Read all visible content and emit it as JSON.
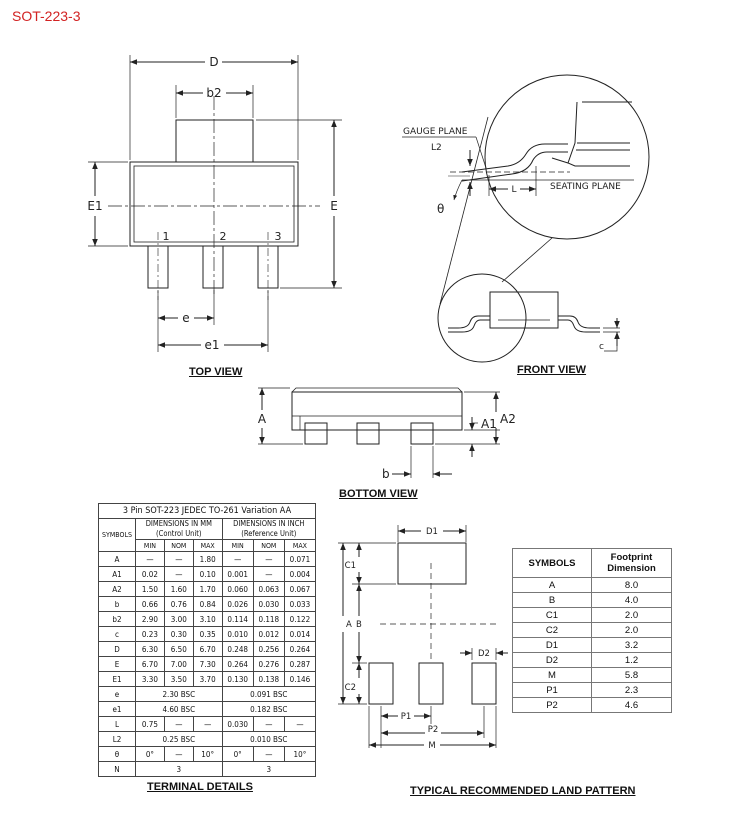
{
  "title": "SOT-223-3",
  "views": {
    "top": "TOP VIEW",
    "front": "FRONT VIEW",
    "bottom": "BOTTOM VIEW",
    "terminal": "TERMINAL DETAILS",
    "land": "TYPICAL RECOMMENDED LAND PATTERN"
  },
  "top_view": {
    "D": "D",
    "b2": "b2",
    "E1": "E1",
    "E": "E",
    "e": "e",
    "e1": "e1",
    "pin1": "1",
    "pin2": "2",
    "pin3": "3"
  },
  "front_view": {
    "gauge_plane": "GAUGE PLANE",
    "L2": "L2",
    "L": "L",
    "seating_plane": "SEATING PLANE",
    "theta": "θ",
    "c": "c"
  },
  "bottom_view": {
    "A": "A",
    "A1": "A1",
    "A2": "A2",
    "b": "b"
  },
  "dim_table": {
    "title": "3 Pin SOT-223 JEDEC TO-261 Variation AA",
    "symbols_header": "SYMBOLS",
    "mm_header_1": "DIMENSIONS IN MM",
    "mm_header_2": "(Control Unit)",
    "inch_header_1": "DIMENSIONS IN INCH",
    "inch_header_2": "(Reference Unit)",
    "sub": [
      "MIN",
      "NOM",
      "MAX",
      "MIN",
      "NOM",
      "MAX"
    ],
    "rows": [
      {
        "s": "A",
        "v": [
          "—",
          "—",
          "1.80",
          "—",
          "—",
          "0.071"
        ]
      },
      {
        "s": "A1",
        "v": [
          "0.02",
          "—",
          "0.10",
          "0.001",
          "—",
          "0.004"
        ]
      },
      {
        "s": "A2",
        "v": [
          "1.50",
          "1.60",
          "1.70",
          "0.060",
          "0.063",
          "0.067"
        ]
      },
      {
        "s": "b",
        "v": [
          "0.66",
          "0.76",
          "0.84",
          "0.026",
          "0.030",
          "0.033"
        ]
      },
      {
        "s": "b2",
        "v": [
          "2.90",
          "3.00",
          "3.10",
          "0.114",
          "0.118",
          "0.122"
        ]
      },
      {
        "s": "c",
        "v": [
          "0.23",
          "0.30",
          "0.35",
          "0.010",
          "0.012",
          "0.014"
        ]
      },
      {
        "s": "D",
        "v": [
          "6.30",
          "6.50",
          "6.70",
          "0.248",
          "0.256",
          "0.264"
        ]
      },
      {
        "s": "E",
        "v": [
          "6.70",
          "7.00",
          "7.30",
          "0.264",
          "0.276",
          "0.287"
        ]
      },
      {
        "s": "E1",
        "v": [
          "3.30",
          "3.50",
          "3.70",
          "0.130",
          "0.138",
          "0.146"
        ]
      },
      {
        "s": "e",
        "mm": "2.30 BSC",
        "inch": "0.091 BSC"
      },
      {
        "s": "e1",
        "mm": "4.60 BSC",
        "inch": "0.182 BSC"
      },
      {
        "s": "L",
        "v": [
          "0.75",
          "—",
          "—",
          "0.030",
          "—",
          "—"
        ]
      },
      {
        "s": "L2",
        "mm": "0.25 BSC",
        "inch": "0.010 BSC"
      },
      {
        "s": "θ",
        "v": [
          "0°",
          "—",
          "10°",
          "0°",
          "—",
          "10°"
        ]
      },
      {
        "s": "N",
        "mm": "3",
        "inch": "3"
      }
    ]
  },
  "land_pattern": {
    "D1": "D1",
    "C1": "C1",
    "C2": "C2",
    "A": "A",
    "B": "B",
    "D2": "D2",
    "P1": "P1",
    "P2": "P2",
    "M": "M"
  },
  "footprint_table": {
    "symbols_header": "SYMBOLS",
    "dim_header_1": "Footprint",
    "dim_header_2": "Dimension",
    "rows": [
      {
        "s": "A",
        "v": "8.0"
      },
      {
        "s": "B",
        "v": "4.0"
      },
      {
        "s": "C1",
        "v": "2.0"
      },
      {
        "s": "C2",
        "v": "2.0"
      },
      {
        "s": "D1",
        "v": "3.2"
      },
      {
        "s": "D2",
        "v": "1.2"
      },
      {
        "s": "M",
        "v": "5.8"
      },
      {
        "s": "P1",
        "v": "2.3"
      },
      {
        "s": "P2",
        "v": "4.6"
      }
    ]
  }
}
